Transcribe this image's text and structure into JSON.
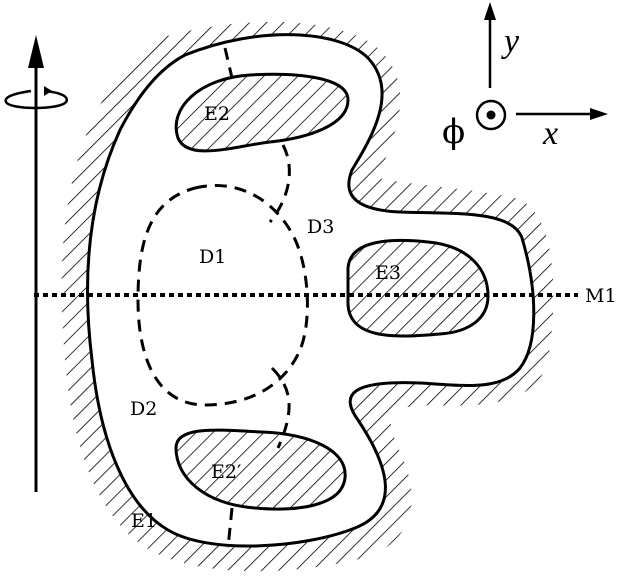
{
  "figure": {
    "labels": {
      "e1": "E1",
      "e2": "E2",
      "e2_prime": "E2′",
      "e3": "E3",
      "d1": "D1",
      "d2": "D2",
      "d3": "D3",
      "m1": "M1"
    },
    "axes": {
      "x": "x",
      "y": "y",
      "phi": "ϕ"
    },
    "colors": {
      "ink": "#000000",
      "background": "#ffffff"
    }
  }
}
